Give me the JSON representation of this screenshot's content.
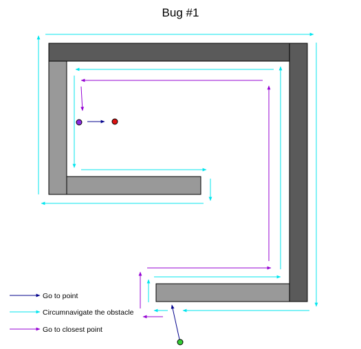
{
  "title": "Bug #1",
  "colors": {
    "background": "#ffffff",
    "obstacle_dark": "#5a5a5a",
    "obstacle_light": "#999999",
    "obstacle_stroke": "#000000",
    "go_to_point": "#00008b",
    "circumnavigate": "#00e5ee",
    "go_to_closest": "#9400d3",
    "start_point": "#33cc33",
    "goal_point": "#dd1111",
    "closest_point": "#8a2be2"
  },
  "legend": [
    {
      "label": "Go to point",
      "color_key": "go_to_point"
    },
    {
      "label": "Circumnavigate the obstacle",
      "color_key": "circumnavigate"
    },
    {
      "label": "Go to closest point",
      "color_key": "go_to_closest"
    }
  ]
}
